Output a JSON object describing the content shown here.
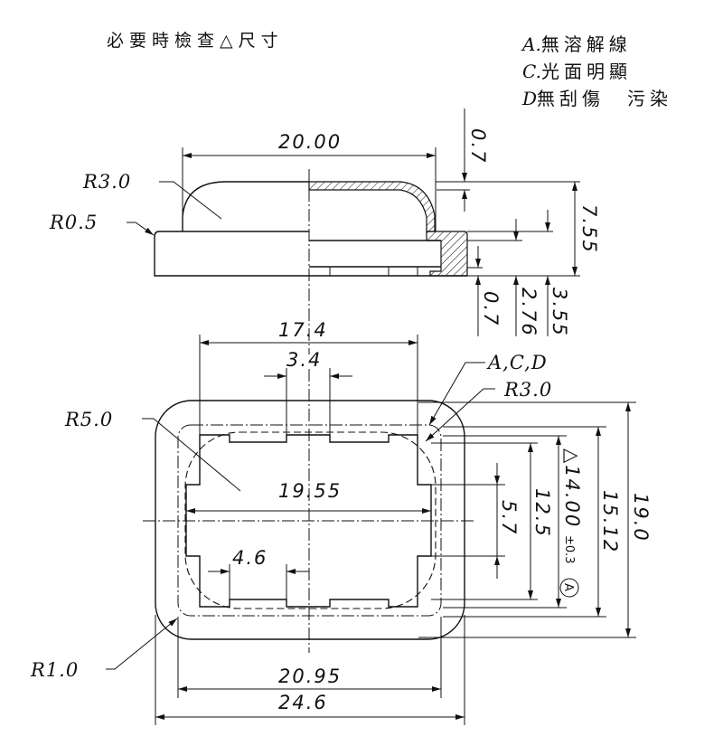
{
  "header": {
    "inspection_note": "必要時檢查△尺寸"
  },
  "notes": [
    {
      "key": "A.",
      "text": "無溶解線"
    },
    {
      "key": "C.",
      "text": "光面明顯"
    },
    {
      "key": "D",
      "text": "無刮傷　污染"
    }
  ],
  "side_view": {
    "width_dim": "20.00",
    "radius_top": "R3.0",
    "radius_edge": "R0.5",
    "wall_top": "0.7",
    "total_height": "7.55",
    "base_thickness": "0.7",
    "step_2": "2.76",
    "step_3": "3.55"
  },
  "top_view": {
    "width_17_4": "17.4",
    "slot_3_4": "3.4",
    "inner_19_55": "19.55",
    "slot_4_6": "4.6",
    "radius_5": "R5.0",
    "radius_1": "R1.0",
    "radius_3": "R3.0",
    "callout_acd": "A,C,D",
    "height_5_7": "5.7",
    "height_12_5": "12.5",
    "critical_dim": "△14.00",
    "critical_tol": "±0.3",
    "critical_note": "A",
    "height_15_12": "15.12",
    "height_19_0": "19.0",
    "width_20_95": "20.95",
    "width_24_6": "24.6"
  }
}
